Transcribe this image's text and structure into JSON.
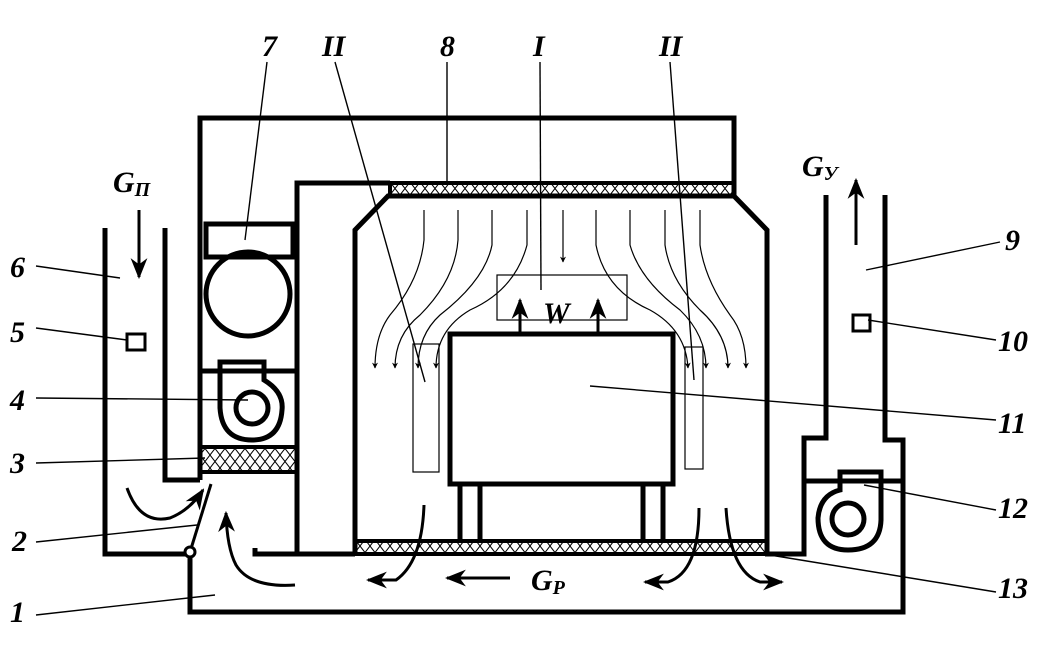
{
  "labels": {
    "n1": "1",
    "n2": "2",
    "n3": "3",
    "n4": "4",
    "n5": "5",
    "n6": "6",
    "n7": "7",
    "n8": "8",
    "n9": "9",
    "n10": "10",
    "n11": "11",
    "n12": "12",
    "n13": "13",
    "zone_I": "I",
    "zone_II_left": "II",
    "zone_II_right": "II",
    "W": "W"
  },
  "flows": {
    "supply": {
      "symbol": "G",
      "sub": "П"
    },
    "exhaust": {
      "symbol": "G",
      "sub": "У"
    },
    "recirc": {
      "symbol": "G",
      "sub": "P"
    }
  }
}
